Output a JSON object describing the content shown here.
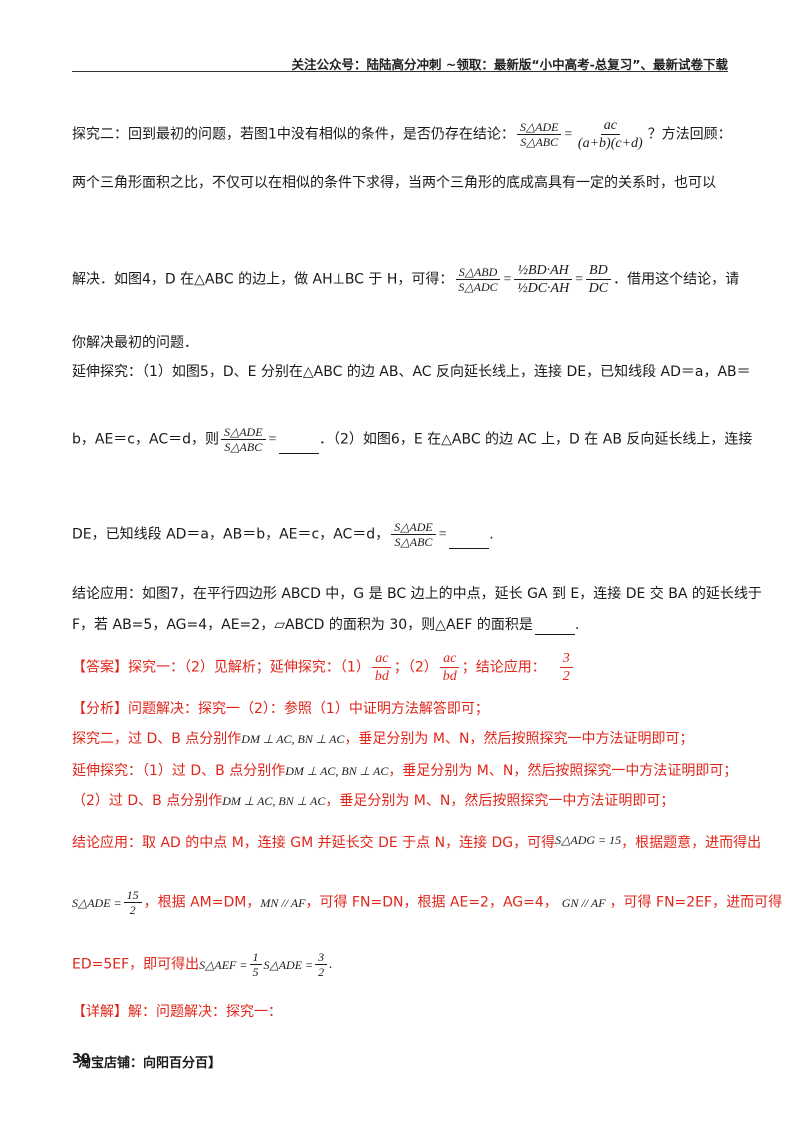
{
  "header": {
    "text": "关注公众号：陆陆高分冲刺 ~领取：最新版“小中高考-总复习”、最新试卷下载"
  },
  "p1": {
    "pre": "探究二：回到最初的问题，若图1中没有相似的条件，是否仍存在结论：",
    "lhs_num": "S△ADE",
    "lhs_den": "S△ABC",
    "eq": "=",
    "rhs_num": "ac",
    "rhs_den": "(a+b)(c+d)",
    "post": "？方法回顾："
  },
  "p2": "两个三角形面积之比，不仅可以在相似的条件下求得，当两个三角形的底成高具有一定的关系时，也可以",
  "p3": {
    "pre": "解决．如图4，D 在△ABC 的边上，做 AH⊥BC 于 H，可得：",
    "f1_num": "S△ABD",
    "f1_den": "S△ADC",
    "f2_num": "½BD·AH",
    "f2_den": "½DC·AH",
    "f3_num": "BD",
    "f3_den": "DC",
    "post": "．借用这个结论，请"
  },
  "p4": "你解决最初的问题．",
  "p5": "延伸探究：（1）如图5，D、E 分别在△ABC 的边 AB、AC 反向延长线上，连接 DE，已知线段 AD＝a，AB＝",
  "p6": {
    "pre": "b，AE＝c，AC＝d，则",
    "f_num": "S△ADE",
    "f_den": "S△ABC",
    "eq": "=",
    "post": "．（2）如图6，E 在△ABC 的边 AC 上，D 在 AB 反向延长线上，连接"
  },
  "p7": {
    "pre": "DE，已知线段 AD＝a，AB＝b，AE＝c，AC＝d，",
    "f_num": "S△ADE",
    "f_den": "S△ABC",
    "eq": "=",
    "post": "."
  },
  "p8": "结论应用：如图7，在平行四边形 ABCD 中，G 是 BC 边上的中点，延长 GA 到 E，连接 DE 交 BA 的延长线于",
  "p9": "F，若 AB=5，AG=4，AE=2，▱ABCD 的面积为 30，则△AEF 的面积是",
  "p9_end": ".",
  "answer": {
    "pre": "【答案】探究一：（2）见解析；延伸探究：（1）",
    "f1_num": "ac",
    "f1_den": "bd",
    "sep": "；（2）",
    "f2_num": "ac",
    "f2_den": "bd",
    "mid": "；结论应用：",
    "f3_num": "3",
    "f3_den": "2"
  },
  "analysis": {
    "l1": "【分析】问题解决：探究一（2）：参照（1）中证明方法解答即可；",
    "l2_pre": "探究二，过 D、B 点分别作",
    "l2_math": "DM ⊥ AC, BN ⊥ AC",
    "l2_post": "，垂足分别为 M、N，然后按照探究一中方法证明即可；",
    "l3_pre": "延伸探究：（1）过 D、B 点分别作",
    "l3_math": "DM ⊥ AC, BN ⊥ AC",
    "l3_post": "，垂足分别为 M、N，然后按照探究一中方法证明即可；",
    "l4_pre": "（2）过 D、B 点分别作",
    "l4_math": "DM ⊥ AC, BN ⊥ AC",
    "l4_post": "，垂足分别为 M、N，然后按照探究一中方法证明即可；",
    "l5_pre": "结论应用：取 AD 的中点 M，连接 GM 并延长交 DE 于点 N，连接 DG，可得",
    "l5_math": "S△ADG = 15",
    "l5_post": "，根据题意，进而得出",
    "l6_lhs": "S△ADE =",
    "l6_num": "15",
    "l6_den": "2",
    "l6_a": "，根据 AM=DM，",
    "l6_m1": "MN // AF",
    "l6_b": "，可得 FN=DN，根据 AE=2，AG=4，",
    "l6_m2": "GN // AF",
    "l6_c": "，可得 FN=2EF，进而可得",
    "l7_pre": "ED=5EF，即可得出",
    "l7_lhs": "S△AEF =",
    "l7_n1": "1",
    "l7_d1": "5",
    "l7_mid": "S△ADE =",
    "l7_n2": "3",
    "l7_d2": "2",
    "l7_end": "."
  },
  "detail": "【详解】解：问题解决：探究一：",
  "footer": {
    "page": "30",
    "shop": "淘宝店铺：向阳百分百】"
  }
}
